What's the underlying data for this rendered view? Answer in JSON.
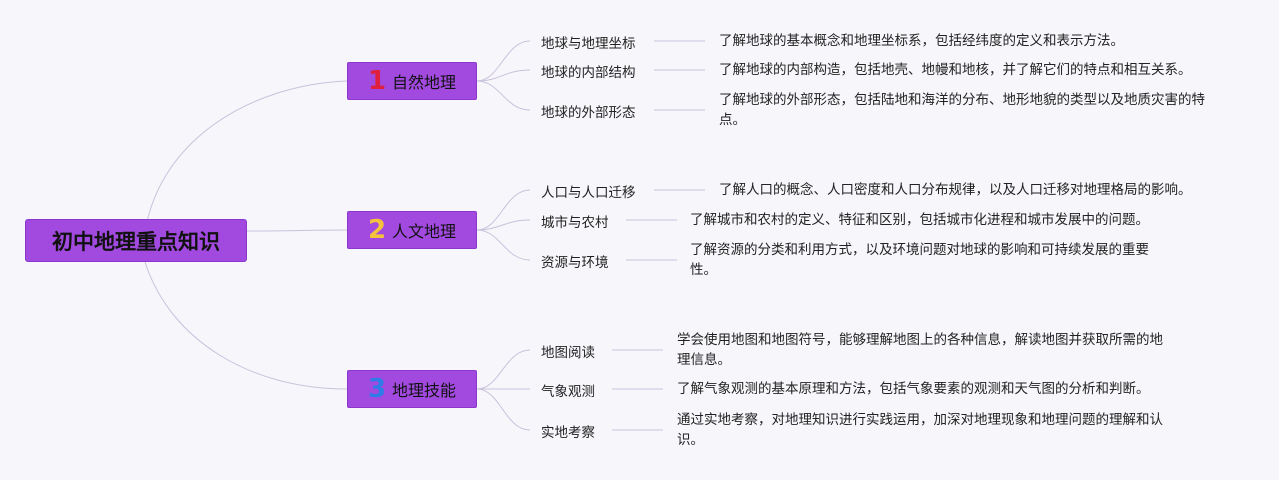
{
  "root": {
    "label": "初中地理重点知识"
  },
  "branches": [
    {
      "number": "1",
      "number_color": "#e01f3d",
      "label": "自然地理",
      "items": [
        {
          "label": "地球与地理坐标",
          "desc": "了解地球的基本概念和地理坐标系，包括经纬度的定义和表示方法。"
        },
        {
          "label": "地球的内部结构",
          "desc": "了解地球的内部构造，包括地壳、地幔和地核，并了解它们的特点和相互关系。"
        },
        {
          "label": "地球的外部形态",
          "desc": "了解地球的外部形态，包括陆地和海洋的分布、地形地貌的类型以及地质灾害的特点。"
        }
      ]
    },
    {
      "number": "2",
      "number_color": "#f5c23c",
      "label": "人文地理",
      "items": [
        {
          "label": "人口与人口迁移",
          "desc": "了解人口的概念、人口密度和人口分布规律，以及人口迁移对地理格局的影响。"
        },
        {
          "label": "城市与农村",
          "desc": "了解城市和农村的定义、特征和区别，包括城市化进程和城市发展中的问题。"
        },
        {
          "label": "资源与环境",
          "desc": "了解资源的分类和利用方式，以及环境问题对地球的影响和可持续发展的重要性。"
        }
      ]
    },
    {
      "number": "3",
      "number_color": "#2f7be8",
      "label": "地理技能",
      "items": [
        {
          "label": "地图阅读",
          "desc": "学会使用地图和地图符号，能够理解地图上的各种信息，解读地图并获取所需的地理信息。"
        },
        {
          "label": "气象观测",
          "desc": "了解气象观测的基本原理和方法，包括气象要素的观测和天气图的分析和判断。"
        },
        {
          "label": "实地考察",
          "desc": "通过实地考察，对地理知识进行实践运用，加深对地理现象和地理问题的理解和认识。"
        }
      ]
    }
  ]
}
